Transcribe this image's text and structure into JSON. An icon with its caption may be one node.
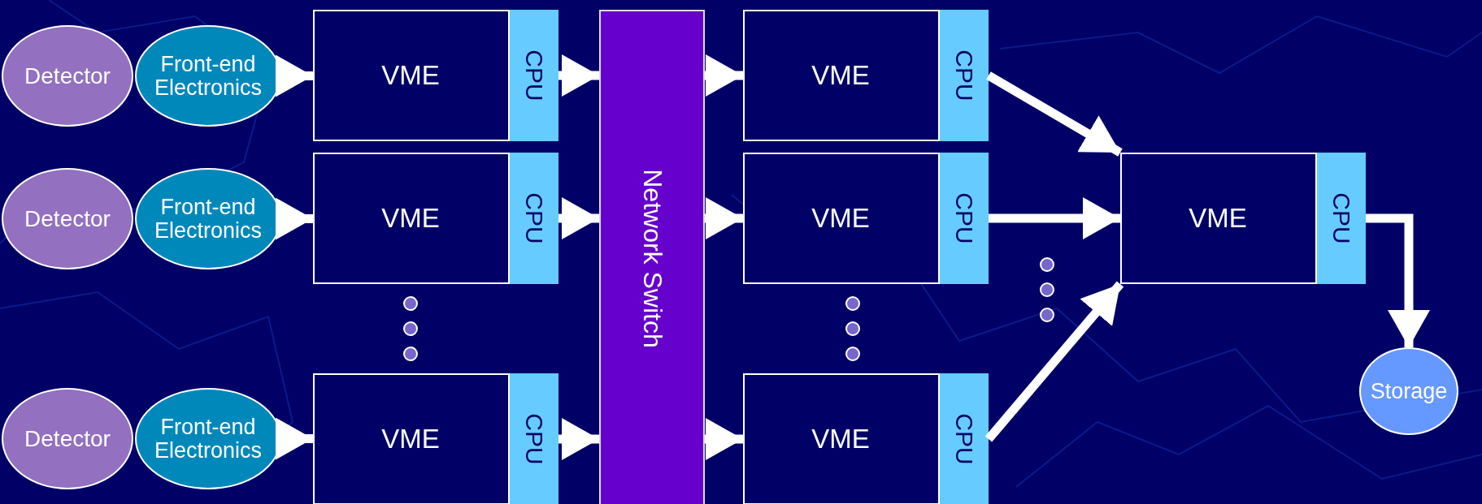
{
  "diagram": {
    "nodes": [
      {
        "text": [
          "Detector"
        ]
      },
      {
        "text": [
          "Front-end Electronics"
        ]
      },
      {
        "text": [
          "VME"
        ]
      },
      {
        "text": [
          "CPU"
        ],
        "in": 2
      },
      {
        "text": [
          "Detector"
        ]
      },
      {
        "text": [
          "Front-end Electronics"
        ]
      },
      {
        "text": [
          "VME"
        ]
      },
      {
        "text": [
          "CPU"
        ],
        "in": 6
      },
      {
        "text": [
          "Detector"
        ]
      },
      {
        "text": [
          "Front-end Electronics"
        ]
      },
      {
        "text": [
          "VME"
        ]
      },
      {
        "text": [
          "CPU"
        ],
        "in": 10
      },
      {
        "text": [
          "Network Switch"
        ]
      },
      {
        "text": [
          "VME"
        ]
      },
      {
        "text": [
          "CPU"
        ],
        "in": 13
      },
      {
        "text": [
          "VME"
        ]
      },
      {
        "text": [
          "CPU"
        ],
        "in": 15
      },
      {
        "text": [
          "VME"
        ]
      },
      {
        "text": [
          "CPU"
        ],
        "in": 17
      },
      {
        "text": [
          "VME"
        ]
      },
      {
        "text": [
          "CPU"
        ],
        "in": 19
      },
      {
        "text": [
          "Storage"
        ]
      }
    ],
    "edges": [
      {
        "from": 1,
        "to": 2,
        "arrow": "to"
      },
      {
        "from": 5,
        "to": 6,
        "arrow": "to"
      },
      {
        "from": 9,
        "to": 10,
        "arrow": "to"
      },
      {
        "from": 3,
        "to": 12,
        "arrow": "to"
      },
      {
        "from": 7,
        "to": 12,
        "arrow": "to"
      },
      {
        "from": 11,
        "to": 12,
        "arrow": "to"
      },
      {
        "from": 12,
        "to": 13,
        "arrow": "to"
      },
      {
        "from": 12,
        "to": 15,
        "arrow": "to"
      },
      {
        "from": 12,
        "to": 17,
        "arrow": "to"
      },
      {
        "from": 14,
        "to": 19,
        "arrow": "to"
      },
      {
        "from": 16,
        "to": 19,
        "arrow": "to"
      },
      {
        "from": 18,
        "to": 19,
        "arrow": "to"
      },
      {
        "from": 20,
        "to": 21,
        "arrow": "to"
      }
    ]
  }
}
